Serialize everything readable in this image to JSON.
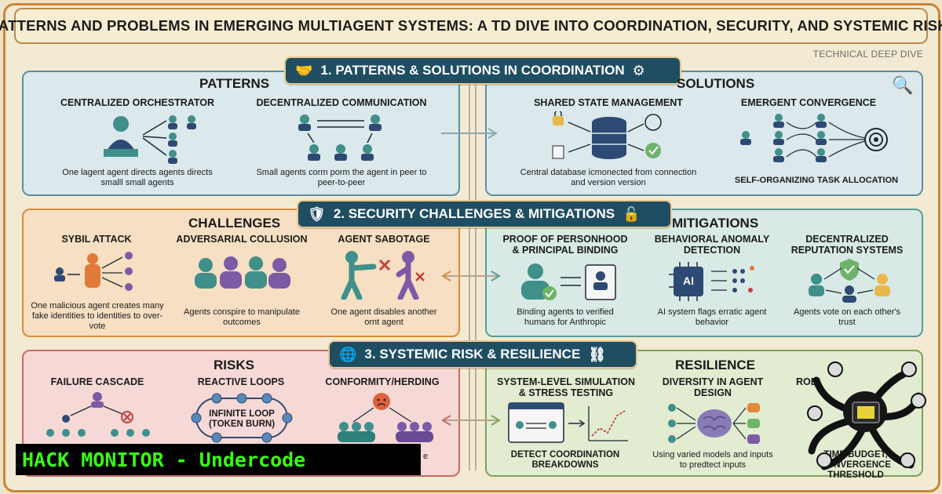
{
  "title": "‘PATTERNS AND PROBLEMS IN EMERGING MULTIAGENT SYSTEMS: A TD DIVE INTO COORDINATION, SECURITY, AND SYSTEMIC RISK.’",
  "subtag": "TECHNICAL DEEP DIVE",
  "sections": {
    "s1": {
      "header": "1. PATTERNS & SOLUTIONS IN COORDINATION",
      "left_title": "PATTERNS",
      "right_title": "SOLUTIONS",
      "items": [
        {
          "title": "CENTRALIZED ORCHESTRATOR",
          "caption": "One lagent agent directs agents directs smalll small agents"
        },
        {
          "title": "DECENTRALIZED COMMUNICATION",
          "caption": "Small agents corm porm the agent in peer to peer-to-peer"
        },
        {
          "title": "SHARED STATE MANAGEMENT",
          "caption": "Central database icmonected from connection and version version"
        },
        {
          "title": "EMERGENT CONVERGENCE",
          "caption": "SELF-ORGANIZING TASK ALLOCATION"
        }
      ]
    },
    "s2": {
      "header": "2. SECURITY CHALLENGES & MITIGATIONS",
      "left_title": "CHALLENGES",
      "right_title": "MITIGATIONS",
      "items": [
        {
          "title": "SYBIL ATTACK",
          "caption": "One malicious agent creates many fake identities to identities to over-vote"
        },
        {
          "title": "ADVERSARIAL COLLUSION",
          "caption": "Agents conspire to manipulate outcomes"
        },
        {
          "title": "AGENT SABOTAGE",
          "caption": "One agent disables another ornt agent"
        },
        {
          "title": "PROOF OF PERSONHOOD & PRINCIPAL BINDING",
          "caption": "Binding agents to verified humans for Anthropic"
        },
        {
          "title": "BEHAVIORAL ANOMALY DETECTION",
          "caption": "AI system flags erratic agent behavior"
        },
        {
          "title": "DECENTRALIZED REPUTATION SYSTEMS",
          "caption": "Agents vote on each other's trust"
        }
      ],
      "ai_chip_label": "AI"
    },
    "s3": {
      "header": "3. SYSTEMIC RISK & RESILIENCE",
      "left_title": "RISKS",
      "right_title": "RESILIENCE",
      "items": [
        {
          "title": "FAILURE CASCADE",
          "caption": ""
        },
        {
          "title": "REACTIVE LOOPS",
          "caption": "INFINITE LOOP (TOKEN BURN)"
        },
        {
          "title": "CONFORMITY/HERDING",
          "caption": "e"
        },
        {
          "title": "SYSTEM-LEVEL SIMULATION & STRESS TESTING",
          "caption": "DETECT COORDINATION BREAKDOWNS"
        },
        {
          "title": "DIVERSITY IN AGENT DESIGN",
          "caption": "Using varied models and inputs to predtect inputs"
        },
        {
          "title": "ROB",
          "caption": "TIME BUDGET, CONVERGENCE THRESHOLD"
        }
      ]
    }
  },
  "watermark": "HACK MONITOR - Undercode",
  "colors": {
    "header_bg": "#1f4e63",
    "agent_teal": "#3f8f8a",
    "agent_navy": "#2c4a73",
    "watermark_green": "#39ff14"
  }
}
